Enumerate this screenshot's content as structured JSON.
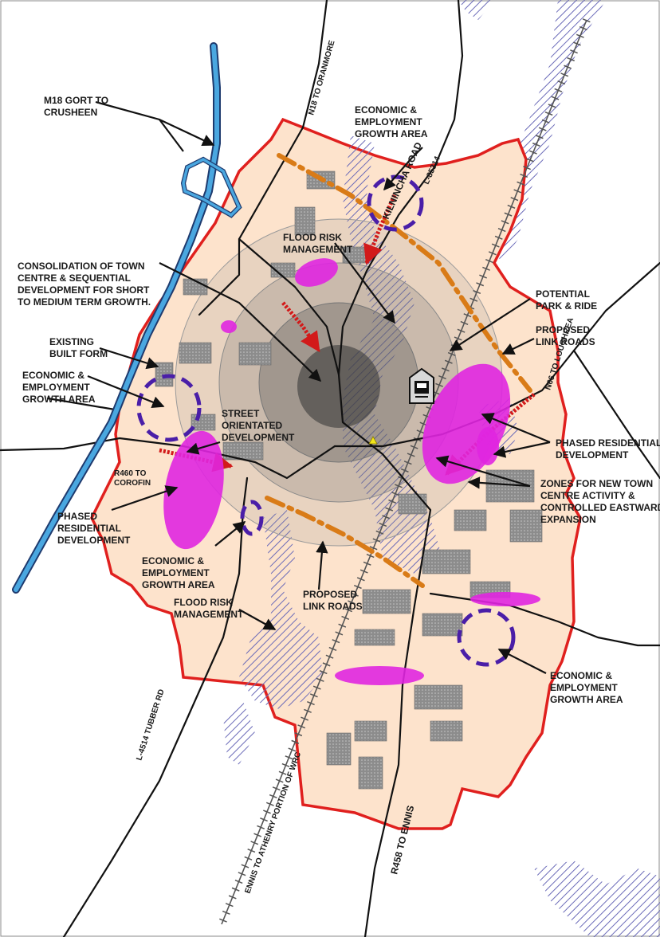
{
  "colors": {
    "boundary": "#e0201e",
    "zone_fill": "#fde3cc",
    "motorway": "#4aa7e0",
    "link_roads": "#d97b17",
    "residential": "#e026e0",
    "employment": "#4a1ea8",
    "flood_hatch": "#6a6ab8",
    "railway": "#555555",
    "roads": "#111111"
  },
  "labels": {
    "m18_gort": [
      "M18 GORT TO",
      "CRUSHEEN"
    ],
    "economic_top": [
      "ECONOMIC &",
      "EMPLOYMENT",
      "GROWTH AREA"
    ],
    "flood_top": [
      "FLOOD RISK",
      "MANAGEMENT"
    ],
    "consolidation": [
      "CONSOLIDATION OF TOWN",
      "CENTRE & SEQUENTIAL",
      "DEVELOPMENT FOR SHORT",
      "TO MEDIUM TERM GROWTH."
    ],
    "park_ride": [
      "POTENTIAL",
      "PARK & RIDE"
    ],
    "link_roads_right": [
      "PROPOSED",
      "LINK ROADS"
    ],
    "existing_built": [
      "EXISTING",
      "BUILT FORM"
    ],
    "economic_left": [
      "ECONOMIC &",
      "EMPLOYMENT",
      "GROWTH AREA"
    ],
    "street_orientated": [
      "STREET",
      "ORIENTATED",
      "DEVELOPMENT"
    ],
    "phased_res_right": [
      "PHASED RESIDENTIAL",
      "DEVELOPMENT"
    ],
    "zones_new": [
      "ZONES FOR NEW TOWN",
      "CENTRE ACTIVITY &",
      "CONTROLLED EASTWARD",
      "EXPANSION"
    ],
    "phased_res_left": [
      "PHASED",
      "RESIDENTIAL",
      "DEVELOPMENT"
    ],
    "economic_mid": [
      "ECONOMIC &",
      "EMPLOYMENT",
      "GROWTH AREA"
    ],
    "flood_mid": [
      "FLOOD RISK",
      "MANAGEMENT"
    ],
    "link_roads_bottom": [
      "PROPOSED",
      "LINK ROADS"
    ],
    "economic_right": [
      "ECONOMIC &",
      "EMPLOYMENT",
      "GROWTH AREA"
    ]
  },
  "road_labels": {
    "n18": "N18 TO ORANMORE",
    "l85314": "L-85314",
    "kilnincha": "KILNINCHA ROAD",
    "n66": "N66 TO LOUGHREA",
    "r460": [
      "R460 TO",
      "COROFIN"
    ],
    "tubber": "L-4514 TUBBER RD",
    "rail": "ENNIS TO ATHENRY PORTION OF WRC",
    "r458": "R458 TO ENNIS"
  },
  "icons": {
    "park_ride": "train-station-icon",
    "town_centre_marker": "warning-triangle-icon"
  }
}
